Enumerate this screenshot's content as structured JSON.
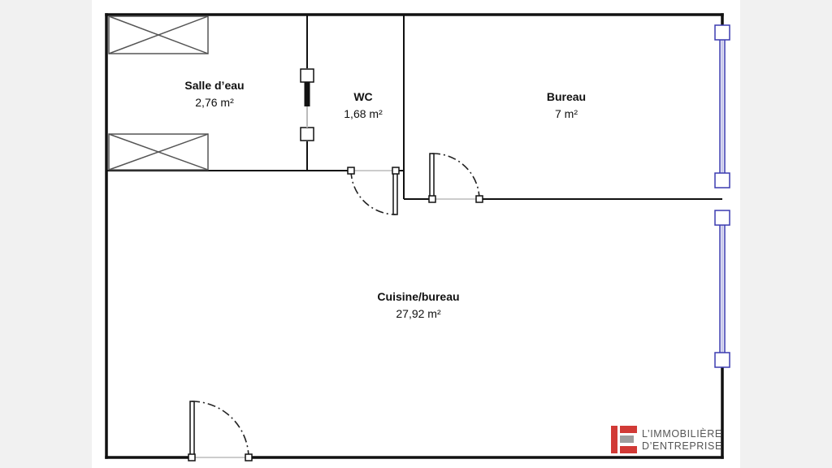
{
  "rooms": {
    "salle_deau": {
      "name": "Salle d’eau",
      "area": "2,76 m²"
    },
    "wc": {
      "name": "WC",
      "area": "1,68 m²"
    },
    "bureau": {
      "name": "Bureau",
      "area": "7 m²"
    },
    "cuisine_bureau": {
      "name": "Cuisine/bureau",
      "area": "27,92 m²"
    }
  },
  "logo": {
    "line1": "L’IMMOBILIÈRE",
    "line2": "D’ENTREPRISE",
    "icon": "ie-brand-logo",
    "brand_color": "#d13a36"
  },
  "colors": {
    "wall": "#111111",
    "window": "#3b3bb0",
    "door_dash": "#222222",
    "background": "#f1f1f1"
  }
}
